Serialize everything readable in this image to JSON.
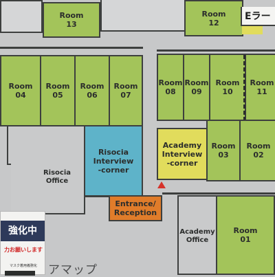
{
  "map": {
    "rooms": {
      "r13": "Room\n13",
      "r12": "Room\n12",
      "r04": "Room\n04",
      "r05": "Room\n05",
      "r06": "Room\n06",
      "r07": "Room\n07",
      "r08": "Room\n08",
      "r09": "Room\n09",
      "r10": "Room\n10",
      "r11": "Room\n11",
      "r03": "Room\n03",
      "r02": "Room\n02",
      "r01": "Room\n01"
    },
    "risocia_interview": "Risocia\nInterview\n-corner",
    "academy_interview": "Academy\nInterview\n-corner",
    "risocia_office": "Risocia\nOffice",
    "academy_office": "Academy\nOffice",
    "entrance": "Entrance/\nReception",
    "corner_sign": "Eラー"
  },
  "sign": {
    "headline": "強化中",
    "subline": "力お願いします",
    "fine_print": "マスク着用義務化"
  },
  "bottom_text": "アマップ",
  "colors": {
    "room_green": "#a3c45a",
    "interview_blue": "#5eb3c9",
    "interview_yellow": "#e1dc5c",
    "entrance_orange": "#e07c2a",
    "wall": "#3d3f3e",
    "marker_red": "#d6322a"
  },
  "icons": {
    "current_location_marker": "red-triangle"
  }
}
